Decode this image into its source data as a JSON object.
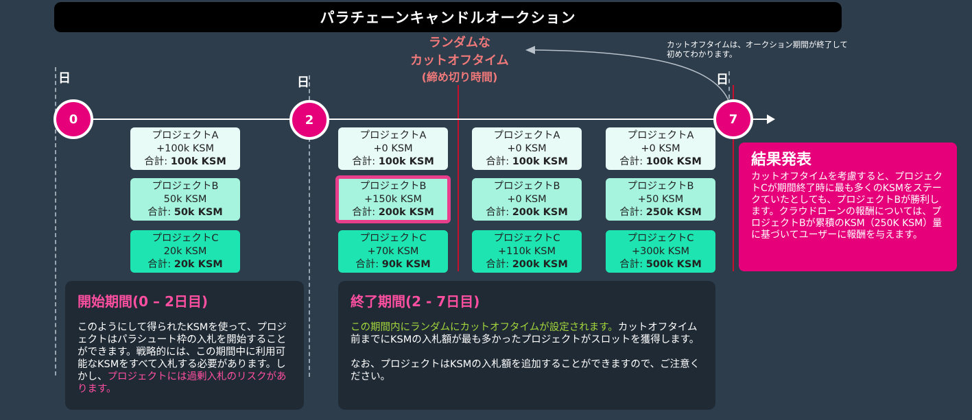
{
  "title": "パラチェーンキャンドルオークション",
  "random_cutoff": {
    "line1": "ランダムな",
    "line2": "カットオフタイム",
    "line3": "(締め切り時間)"
  },
  "cutoff_note": "カットオフタイムは、オークション期間が終了して初めてわかります。",
  "day_label": "日",
  "markers": [
    "0",
    "2",
    "7"
  ],
  "columns": [
    {
      "A": {
        "name": "プロジェクトA",
        "delta": "+100k KSM",
        "total_prefix": "合計: ",
        "total": "100k KSM"
      },
      "B": {
        "name": "プロジェクトB",
        "delta": "50k KSM",
        "total_prefix": "合計: ",
        "total": "50k KSM"
      },
      "C": {
        "name": "プロジェクトC",
        "delta": "20k KSM",
        "total_prefix": "合計: ",
        "total": "20k KSM"
      }
    },
    {
      "A": {
        "name": "プロジェクトA",
        "delta": "+0 KSM",
        "total_prefix": "合計: ",
        "total": "100k KSM"
      },
      "B": {
        "name": "プロジェクトB",
        "delta": "+150k KSM",
        "total_prefix": "合計: ",
        "total": "200k KSM"
      },
      "C": {
        "name": "プロジェクトC",
        "delta": "+70k KSM",
        "total_prefix": "合計: ",
        "total": "90k KSM"
      }
    },
    {
      "A": {
        "name": "プロジェクトA",
        "delta": "+0 KSM",
        "total_prefix": "合計: ",
        "total": "100k KSM"
      },
      "B": {
        "name": "プロジェクトB",
        "delta": "+0 KSM",
        "total_prefix": "合計: ",
        "total": "200k KSM"
      },
      "C": {
        "name": "プロジェクトC",
        "delta": "+110k KSM",
        "total_prefix": "合計: ",
        "total": "200k KSM"
      }
    },
    {
      "A": {
        "name": "プロジェクトA",
        "delta": "+0 KSM",
        "total_prefix": "合計: ",
        "total": "100k KSM"
      },
      "B": {
        "name": "プロジェクトB",
        "delta": "+50 KSM",
        "total_prefix": "合計: ",
        "total": "250k KSM"
      },
      "C": {
        "name": "プロジェクトC",
        "delta": "+300k KSM",
        "total_prefix": "合計: ",
        "total": "500k KSM"
      }
    }
  ],
  "result": {
    "title": "結果発表",
    "body": "カットオフタイムを考慮すると、プロジェクトCが期間終了時に最も多くのKSMをステークていたとしても、プロジェクトBが勝利します。クラウドローンの報酬については、プロジェクトBが累積のKSM（250K KSM）量に基づいてユーザーに報酬を与えます。"
  },
  "start_period": {
    "title": "開始期間(0 – 2日目)",
    "body_plain": "このようにして得られたKSMを使って、プロジェクトはパラシュート枠の入札を開始することができます。戦略的には、この期間中に利用可能なKSMをすべて入札する必要があります。しかし、",
    "body_highlight": "プロジェクトには過剰入札のリスクがあります。"
  },
  "end_period": {
    "title": "終了期間(2 - 7日目)",
    "body_highlight": "この期間内にランダムにカットオフタイムが設定されます。",
    "body_plain": "カットオフタイム前までにKSMの入札額が最も多かったプロジェクトがスロットを獲得します。",
    "body2": "なお、プロジェクトはKSMの入札額を追加することができますので、ご注意ください。"
  }
}
